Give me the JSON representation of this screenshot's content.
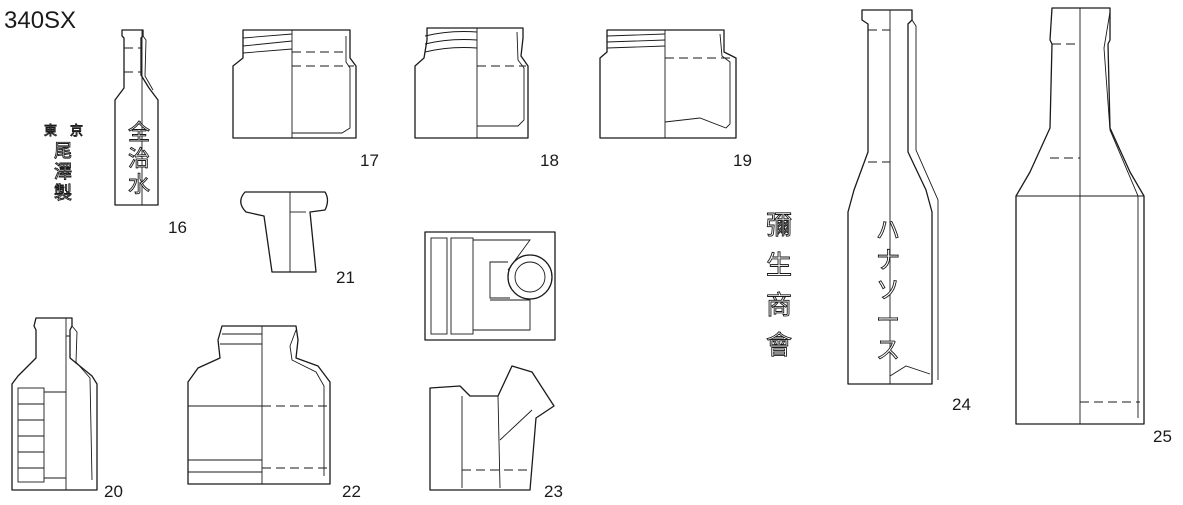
{
  "plate_id": "340SX",
  "figures": [
    {
      "number": "16",
      "inscriptions": [
        "東京",
        "尾澤製",
        "全治水"
      ]
    },
    {
      "number": "17"
    },
    {
      "number": "18"
    },
    {
      "number": "19"
    },
    {
      "number": "20"
    },
    {
      "number": "21"
    },
    {
      "number": "22"
    },
    {
      "number": "23"
    },
    {
      "number": "24",
      "inscriptions": [
        "彌生商會",
        "ハナソース"
      ]
    },
    {
      "number": "25"
    }
  ]
}
